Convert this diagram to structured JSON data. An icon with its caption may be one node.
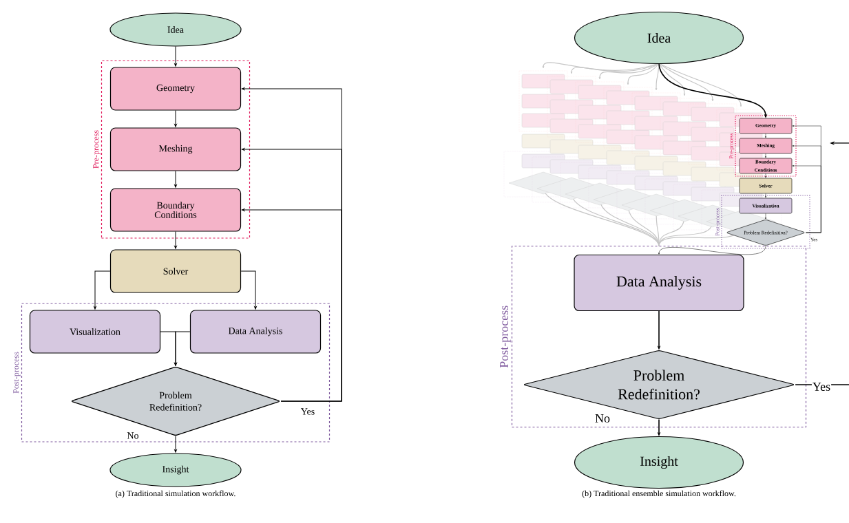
{
  "diagram": {
    "nodes": [
      {
        "text": [
          "Idea"
        ]
      },
      {
        "text": [
          "Pre-process"
        ]
      },
      {
        "text": [
          "Geometry"
        ],
        "in": 1
      },
      {
        "text": [
          "Meshing"
        ],
        "in": 1
      },
      {
        "text": [
          "Boundary Conditions"
        ],
        "in": 1
      },
      {
        "text": [
          "Solver"
        ]
      },
      {
        "text": [
          "Post-process"
        ]
      },
      {
        "text": [
          "Visualization"
        ],
        "in": 6
      },
      {
        "text": [
          "Data Analysis"
        ],
        "in": 6
      },
      {
        "text": [
          "Problem Redefinition?"
        ],
        "in": 6
      },
      {
        "text": [
          "Insight"
        ]
      },
      {
        "text": [
          "Idea"
        ]
      },
      {
        "text": [
          "Pre-process"
        ]
      },
      {
        "text": [
          "Geometry"
        ],
        "in": 12
      },
      {
        "text": [
          "Meshing"
        ],
        "in": 12
      },
      {
        "text": [
          "Boundary Conditions"
        ],
        "in": 12
      },
      {
        "text": [
          "Solver"
        ]
      },
      {
        "text": [
          "Post-process"
        ]
      },
      {
        "text": [
          "Visualization"
        ],
        "in": 17
      },
      {
        "text": [
          "Problem Redefinition?"
        ],
        "in": 17
      },
      {
        "text": [
          "Post-process"
        ]
      },
      {
        "text": [
          "Data Analysis"
        ],
        "in": 20
      },
      {
        "text": [
          "Problem Redefinition?"
        ],
        "in": 20
      },
      {
        "text": [
          "Insight"
        ]
      }
    ],
    "edges": [
      {
        "from": 0,
        "to": 2,
        "arrow": "to"
      },
      {
        "from": 2,
        "to": 3,
        "arrow": "to"
      },
      {
        "from": 3,
        "to": 4,
        "arrow": "to"
      },
      {
        "from": 4,
        "to": 5,
        "arrow": "to"
      },
      {
        "from": 5,
        "to": 7,
        "arrow": "to"
      },
      {
        "from": 5,
        "to": 8,
        "arrow": "to"
      },
      {
        "from": 7,
        "to": 9,
        "arrow": "to"
      },
      {
        "from": 8,
        "to": 9,
        "arrow": "to"
      },
      {
        "from": 9,
        "to": 10,
        "arrow": "to",
        "label": "No"
      },
      {
        "from": 9,
        "to": 2,
        "arrow": "to",
        "label": "Yes"
      },
      {
        "from": 9,
        "to": 3,
        "arrow": "to"
      },
      {
        "from": 9,
        "to": 4,
        "arrow": "to"
      },
      {
        "from": 11,
        "to": 13,
        "arrow": "to"
      },
      {
        "from": 13,
        "to": 14,
        "arrow": "to"
      },
      {
        "from": 14,
        "to": 15,
        "arrow": "to"
      },
      {
        "from": 15,
        "to": 16,
        "arrow": "to"
      },
      {
        "from": 16,
        "to": 18,
        "arrow": "to"
      },
      {
        "from": 18,
        "to": 19,
        "arrow": "to"
      },
      {
        "from": 19,
        "to": 13,
        "arrow": "to",
        "label": "Yes"
      },
      {
        "from": 19,
        "to": 14,
        "arrow": "to"
      },
      {
        "from": 19,
        "to": 15,
        "arrow": "to"
      },
      {
        "from": 19,
        "to": 21,
        "arrow": "to"
      },
      {
        "from": 21,
        "to": 22,
        "arrow": "to"
      },
      {
        "from": 22,
        "to": 23,
        "arrow": "to",
        "label": "No"
      },
      {
        "from": 22,
        "to": null,
        "arrow": "none",
        "label": "Yes"
      }
    ],
    "labels": [
      "(a) Traditional simulation workflow.",
      "(b) Traditional ensemble simulation workflow."
    ]
  }
}
